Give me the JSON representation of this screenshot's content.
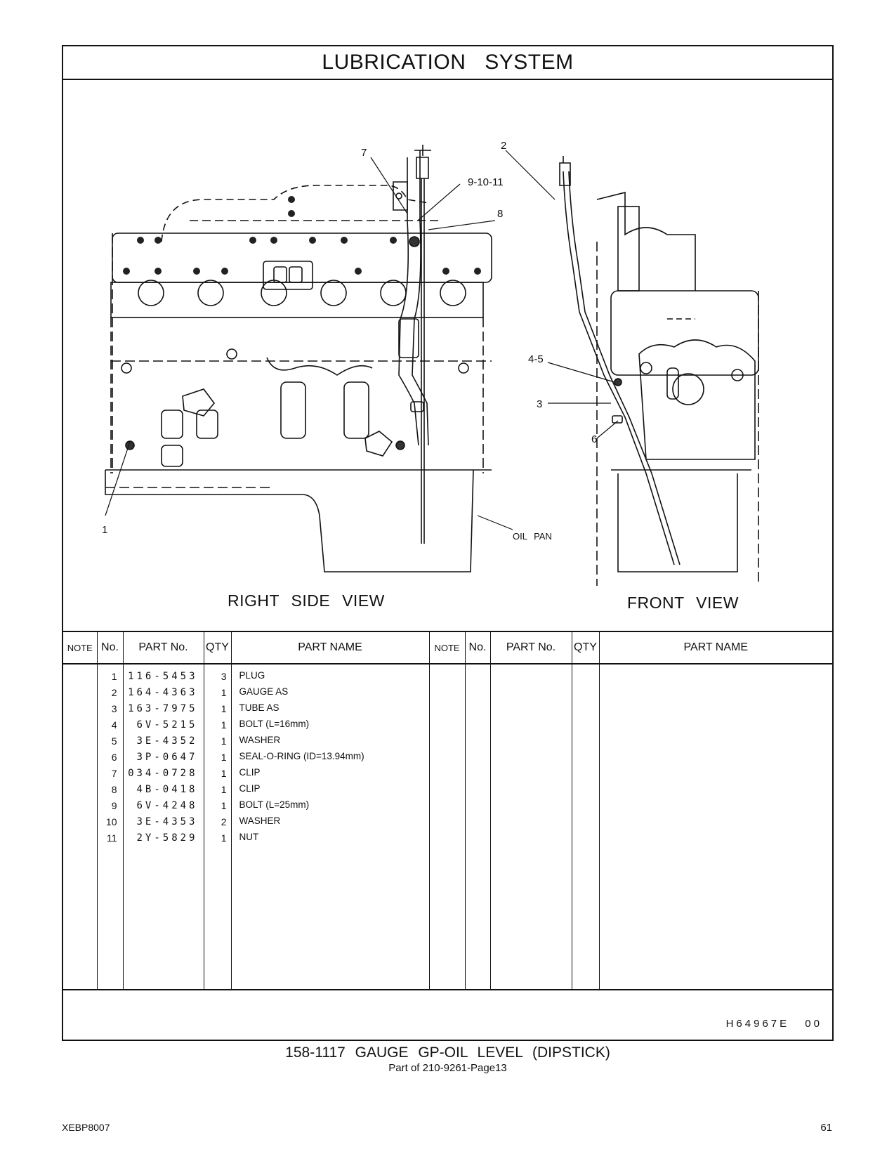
{
  "title": "LUBRICATION SYSTEM",
  "views": {
    "right": "RIGHT SIDE VIEW",
    "front": "FRONT VIEW"
  },
  "callouts": {
    "c1": "1",
    "c2": "2",
    "c3": "3",
    "c45": "4-5",
    "c6": "6",
    "c7": "7",
    "c8": "8",
    "c91011": "9-10-11",
    "oil_pan": "OIL PAN"
  },
  "table": {
    "headers": [
      "NOTE",
      "No.",
      "PART No.",
      "QTY",
      "PART NAME",
      "NOTE",
      "No.",
      "PART No.",
      "QTY",
      "PART NAME"
    ],
    "rows": [
      {
        "no": "1",
        "part_no": "116-5453",
        "qty": "3",
        "name": "PLUG"
      },
      {
        "no": "2",
        "part_no": "164-4363",
        "qty": "1",
        "name": "GAUGE AS"
      },
      {
        "no": "3",
        "part_no": "163-7975",
        "qty": "1",
        "name": "TUBE AS"
      },
      {
        "no": "4",
        "part_no": "6V-5215",
        "qty": "1",
        "name": "BOLT (L=16mm)"
      },
      {
        "no": "5",
        "part_no": "3E-4352",
        "qty": "1",
        "name": "WASHER"
      },
      {
        "no": "6",
        "part_no": "3P-0647",
        "qty": "1",
        "name": "SEAL-O-RING (ID=13.94mm)"
      },
      {
        "no": "7",
        "part_no": "034-0728",
        "qty": "1",
        "name": "CLIP"
      },
      {
        "no": "8",
        "part_no": "4B-0418",
        "qty": "1",
        "name": "CLIP"
      },
      {
        "no": "9",
        "part_no": "6V-4248",
        "qty": "1",
        "name": "BOLT (L=25mm)"
      },
      {
        "no": "10",
        "part_no": "3E-4353",
        "qty": "2",
        "name": "WASHER"
      },
      {
        "no": "11",
        "part_no": "2Y-5829",
        "qty": "1",
        "name": "NUT"
      }
    ]
  },
  "drawing_code": "H64967E 00",
  "caption": "158-1117 GAUGE GP-OIL LEVEL (DIPSTICK)",
  "subcaption": "Part of 210-9261-Page13",
  "doc_id": "XEBP8007",
  "page_number": "61"
}
